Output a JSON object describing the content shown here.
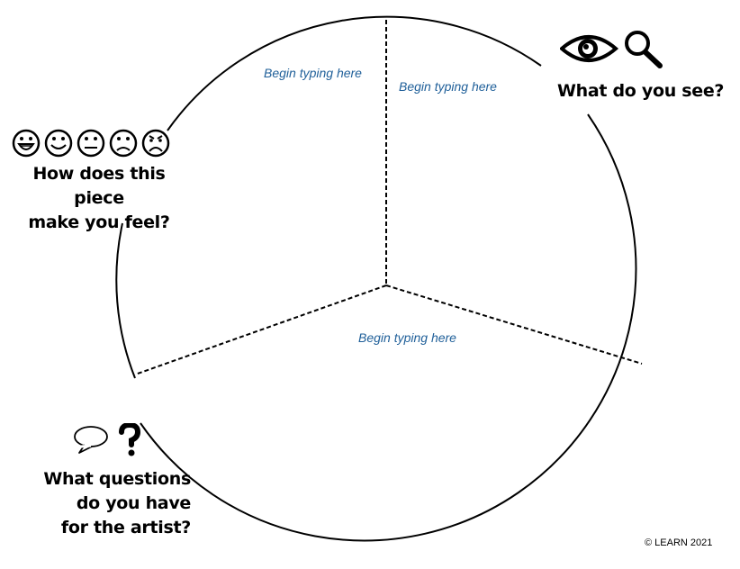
{
  "sections": {
    "see": {
      "placeholder": "Begin typing here",
      "prompt": "What do you see?"
    },
    "feel": {
      "placeholder": "Begin typing here",
      "prompt_lines": [
        "How does this piece",
        "make you feel?"
      ]
    },
    "questions": {
      "placeholder": "Begin typing here",
      "prompt_lines": [
        "What questions",
        "do you have",
        "for the artist?"
      ]
    }
  },
  "icons": {
    "see": [
      "eye-icon",
      "magnifier-icon"
    ],
    "feel": [
      "grinning-face-icon",
      "smiling-face-icon",
      "neutral-face-icon",
      "sad-face-icon",
      "frowning-face-icon"
    ],
    "questions": [
      "speech-bubble-icon",
      "question-mark-icon"
    ]
  },
  "colors": {
    "placeholder_text": "#1f5f99",
    "lines": "#000000"
  },
  "copyright": "© LEARN 2021"
}
